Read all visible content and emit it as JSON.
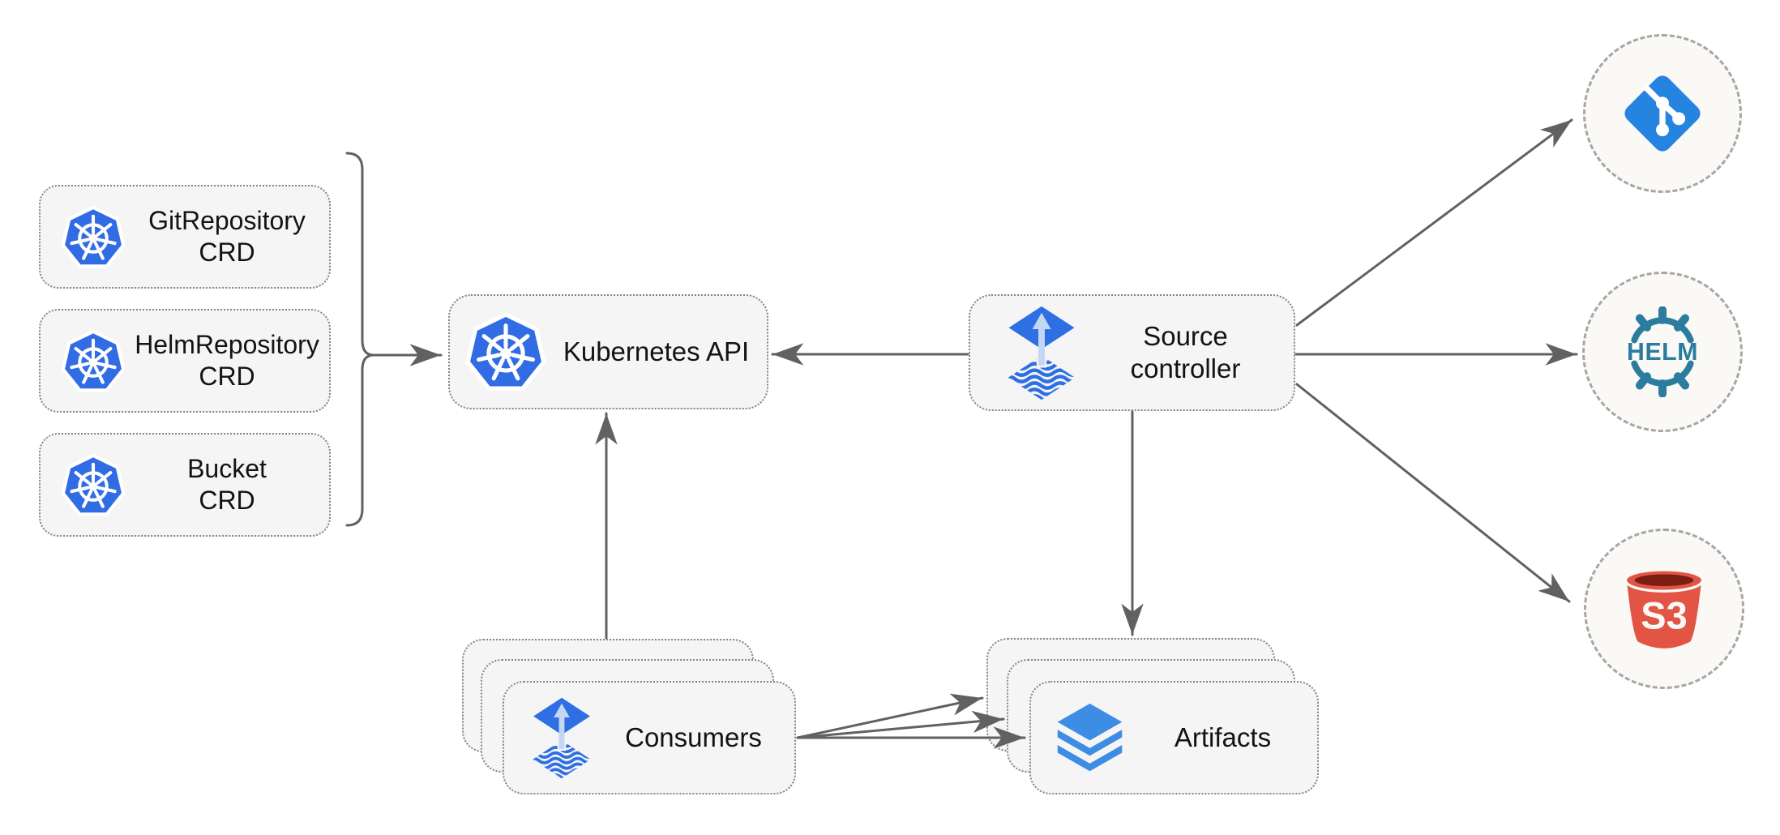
{
  "diagram": {
    "crd_stack": {
      "boxes": [
        {
          "icon": "kubernetes-icon",
          "line1": "GitRepository",
          "line2": "CRD"
        },
        {
          "icon": "kubernetes-icon",
          "line1": "HelmRepository",
          "line2": "CRD"
        },
        {
          "icon": "kubernetes-icon",
          "line1": "Bucket",
          "line2": "CRD"
        }
      ]
    },
    "kubernetes_api": {
      "icon": "kubernetes-icon",
      "label": "Kubernetes API"
    },
    "source_controller": {
      "icon": "flux-icon",
      "line1": "Source",
      "line2": "controller"
    },
    "consumers": {
      "icon": "flux-icon",
      "label": "Consumers",
      "stack_count": 3
    },
    "artifacts": {
      "icon": "layers-icon",
      "label": "Artifacts",
      "stack_count": 3
    },
    "remotes": {
      "git": {
        "icon": "git-icon"
      },
      "helm": {
        "icon": "helm-icon",
        "logo_text": "HELM"
      },
      "s3": {
        "icon": "s3-bucket-icon",
        "logo_text": "S3"
      }
    },
    "edges": [
      {
        "from": "crd-stack",
        "to": "kubernetes-api",
        "style": "bracket-arrow"
      },
      {
        "from": "source-controller",
        "to": "kubernetes-api"
      },
      {
        "from": "consumers",
        "to": "kubernetes-api"
      },
      {
        "from": "source-controller",
        "to": "artifacts"
      },
      {
        "from": "consumers",
        "to": "artifacts",
        "count": 3
      },
      {
        "from": "source-controller",
        "to": "git-remote"
      },
      {
        "from": "source-controller",
        "to": "helm-remote"
      },
      {
        "from": "source-controller",
        "to": "s3-remote"
      }
    ],
    "colors": {
      "kubernetes_blue": "#326CE5",
      "flux_blue": "#2F6FE4",
      "flux_arrow_light": "#C3D7F3",
      "git_blue": "#2484E0",
      "helm_teal": "#2C7CA0",
      "s3_red": "#E25444",
      "s3_dark_rim": "#7B1D13",
      "layers_blue": "#3E8DE4",
      "line_gray": "#616161",
      "node_fill": "#F5F5F5",
      "node_border": "#858585",
      "circle_fill": "#FAF9F5",
      "circle_border": "#A6A6A6"
    }
  }
}
